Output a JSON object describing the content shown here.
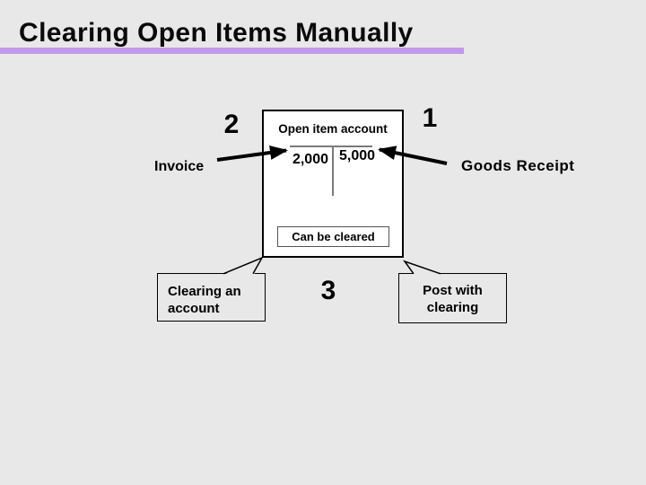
{
  "slide": {
    "title": "Clearing Open Items Manually",
    "background_color": "#e8e8e8",
    "accent_bar_color": "#c299ea"
  },
  "account_box": {
    "title": "Open item account",
    "debit_amount": "2,000",
    "credit_amount": "5,000",
    "status_label": "Can be cleared"
  },
  "annotations": {
    "step1": "1",
    "step2": "2",
    "step3": "3",
    "invoice_label": "Invoice",
    "goods_receipt_label": "Goods Receipt"
  },
  "callouts": {
    "clearing_account": "Clearing an account",
    "post_with_clearing": "Post with clearing"
  },
  "colors": {
    "arrow": "#000000",
    "t_account_line": "#7a7a7a"
  }
}
